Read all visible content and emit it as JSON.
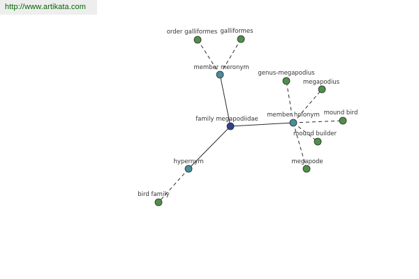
{
  "header": {
    "url": "http://www.artikata.com"
  },
  "colors": {
    "leaf": "#4f8f4a",
    "relation": "#4a8c9a",
    "center": "#2f3f8f",
    "stroke": "#2a2a2a",
    "url_bg": "#eeeeee",
    "url_text": "#006400"
  },
  "nodes": [
    {
      "id": "center",
      "label": "family megapodiidae",
      "kind": "center"
    },
    {
      "id": "member-meronym",
      "label": "member meronym",
      "kind": "relation"
    },
    {
      "id": "order-galliformes",
      "label": "order galliformes",
      "kind": "leaf"
    },
    {
      "id": "galliformes",
      "label": "galliformes",
      "kind": "leaf"
    },
    {
      "id": "member-holonym",
      "label": "member holonym",
      "kind": "relation"
    },
    {
      "id": "genus-megapodius",
      "label": "genus-megapodius",
      "kind": "leaf"
    },
    {
      "id": "megapodius",
      "label": "megapodius",
      "kind": "leaf"
    },
    {
      "id": "mound-bird",
      "label": "mound bird",
      "kind": "leaf"
    },
    {
      "id": "mound-builder",
      "label": "mound builder",
      "kind": "leaf"
    },
    {
      "id": "megapode",
      "label": "megapode",
      "kind": "leaf"
    },
    {
      "id": "hypernym",
      "label": "hypernym",
      "kind": "relation"
    },
    {
      "id": "bird-family",
      "label": "bird family",
      "kind": "leaf"
    }
  ],
  "edges": [
    {
      "from": "center",
      "to": "member-meronym",
      "style": "solid"
    },
    {
      "from": "center",
      "to": "member-holonym",
      "style": "solid"
    },
    {
      "from": "center",
      "to": "hypernym",
      "style": "solid"
    },
    {
      "from": "member-meronym",
      "to": "order-galliformes",
      "style": "dashed"
    },
    {
      "from": "member-meronym",
      "to": "galliformes",
      "style": "dashed"
    },
    {
      "from": "member-holonym",
      "to": "genus-megapodius",
      "style": "dashed"
    },
    {
      "from": "member-holonym",
      "to": "megapodius",
      "style": "dashed"
    },
    {
      "from": "member-holonym",
      "to": "mound-bird",
      "style": "dashed"
    },
    {
      "from": "member-holonym",
      "to": "mound-builder",
      "style": "dashed"
    },
    {
      "from": "member-holonym",
      "to": "megapode",
      "style": "dashed"
    },
    {
      "from": "hypernym",
      "to": "bird-family",
      "style": "dashed"
    }
  ]
}
